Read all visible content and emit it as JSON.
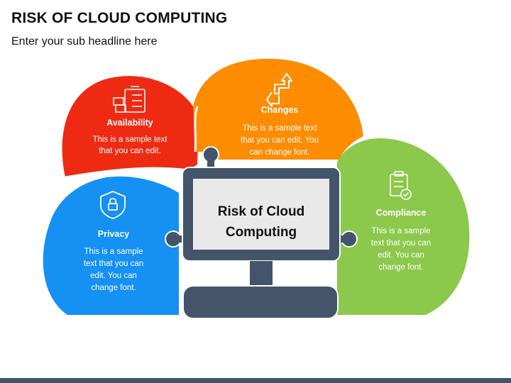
{
  "header": {
    "title": "RISK OF CLOUD COMPUTING",
    "subtitle": "Enter your sub headline here"
  },
  "center": {
    "line1": "Risk of Cloud",
    "line2": "Computing"
  },
  "segments": {
    "availability": {
      "label": "Availability",
      "icon": "checklist-icon",
      "color": "#ee2a13",
      "lines": [
        "This is a sample text",
        "that you can edit."
      ]
    },
    "changes": {
      "label": "Changes",
      "icon": "swap-arrows-icon",
      "color": "#fd8c00",
      "lines": [
        "This is a sample text",
        "that you can edit. You",
        "can change font."
      ]
    },
    "privacy": {
      "label": "Privacy",
      "icon": "shield-lock-icon",
      "color": "#1590f3",
      "lines": [
        "This is a sample",
        "text that you can",
        "edit. You can",
        "change font."
      ]
    },
    "compliance": {
      "label": "Compliance",
      "icon": "clipboard-check-icon",
      "color": "#8cc84b",
      "lines": [
        "This is a sample",
        "text that you can",
        "edit. You can",
        "change font."
      ]
    }
  },
  "colors": {
    "monitor": "#44546a",
    "screen": "#e9e9e9",
    "bottom_bar": "#44546a"
  }
}
